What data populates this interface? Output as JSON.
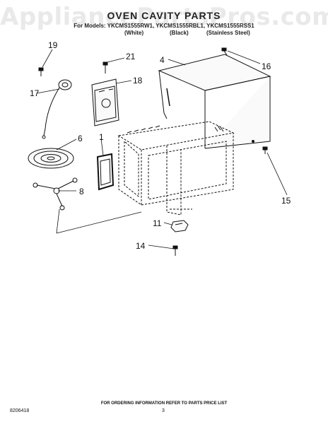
{
  "watermark": "AppliancePartsPros.com",
  "header": {
    "title": "OVEN CAVITY PARTS",
    "models": "For Models: YKCMS1555RW1, YKCMS1555RBL1, YKCMS1555RSS1",
    "variants": [
      "(White)",
      "(Black)",
      "(Stainless Steel)"
    ]
  },
  "callouts": {
    "c19": "19",
    "c17": "17",
    "c21": "21",
    "c18": "18",
    "c4": "4",
    "c16": "16",
    "c6": "6",
    "c1": "1",
    "c8": "8",
    "c15": "15",
    "c11": "11",
    "c14": "14"
  },
  "footer": {
    "note": "FOR ORDERING INFORMATION REFER TO PARTS PRICE LIST",
    "doc_number": "8206418",
    "page": "3"
  }
}
